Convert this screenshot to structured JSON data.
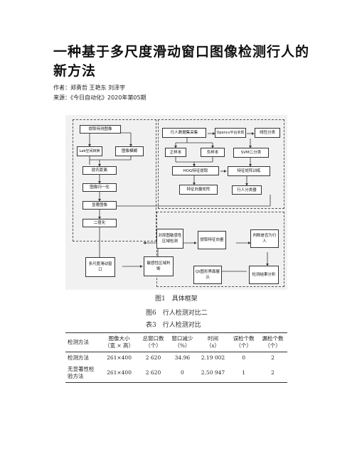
{
  "header": {
    "title": "一种基于多尺度滑动窗口图像检测行人的新方法",
    "authors": "作者：郑勇哲 王艳东 刘泽宇",
    "source": "来源：《今日自动化》2020年第05期"
  },
  "flowchart": {
    "left": {
      "extract": "提取待测图像",
      "lab": "Lab空间转换",
      "blur": "图像模糊",
      "euclid": "欧氏距离",
      "normalize": "图像归一化",
      "saliency": "显著图像",
      "binarize": "二值化"
    },
    "right": {
      "dataset": "行人数据集采集",
      "opencv": "Opencv平台实现",
      "linear": "线性分类",
      "positive": "正样本",
      "negative": "负样本",
      "svm": "SVM二分类",
      "hog": "HOG特征提取",
      "train": "特征矩阵训练",
      "vecmatrix": "特征向量矩阵",
      "classifier": "行人分类器"
    },
    "bottom": {
      "roi": "对原图敏感性区域检测",
      "extract_vec": "提取特征向量",
      "judge": "判断是否为行人",
      "multiscale": "多尺度滑动窗口",
      "sensitive": "敏感性区域判断",
      "qt": "Qt图形界面展示",
      "analysis": "检测结果分析"
    },
    "caption": "图1　具体框架"
  },
  "captions": {
    "fig6": "图6　行人检测对比二",
    "table3": "表3　行人检测对比"
  },
  "table": {
    "headers": [
      [
        "检测方法"
      ],
      [
        "图像大小",
        "（宽 × 高）"
      ],
      [
        "总窗口数",
        "（个）"
      ],
      [
        "窗口减少",
        "（%）"
      ],
      [
        "时间",
        "（s）"
      ],
      [
        "误检个数",
        "（个）"
      ],
      [
        "漏检个数",
        "（个）"
      ]
    ],
    "rows": [
      [
        "检测方法",
        "261×400",
        "2 620",
        "34.96",
        "2.19 002",
        "0",
        "2"
      ],
      [
        "无显著性检验方法",
        "261×400",
        "2 620",
        "0",
        "2.50 947",
        "1",
        "2"
      ]
    ]
  }
}
